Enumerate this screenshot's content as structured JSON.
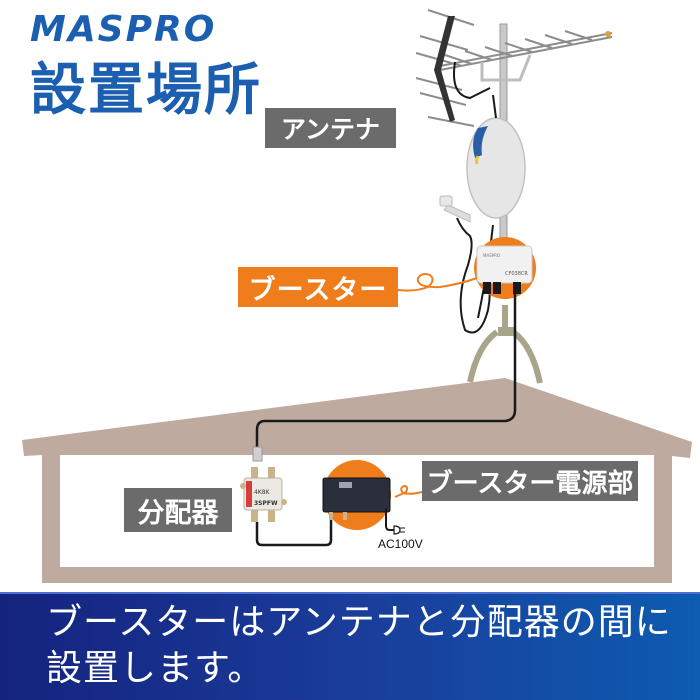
{
  "brand": {
    "logo_text": "MASPRO",
    "color": "#1c5fb0"
  },
  "header": {
    "title": "設置場所"
  },
  "labels": {
    "antenna": "アンテナ",
    "booster": "ブースター",
    "splitter": "分配器",
    "booster_power": "ブースター電源部",
    "power_spec": "AC100V"
  },
  "colors": {
    "label_gray": "#6b6b6b",
    "label_orange": "#f07d1c",
    "house": "#bfaaa0",
    "banner_start": "#14237e",
    "banner_end": "#0d5cb0"
  },
  "banner": {
    "line1": "ブースターはアンテナと分配器の間に",
    "line2": "設置します。"
  }
}
